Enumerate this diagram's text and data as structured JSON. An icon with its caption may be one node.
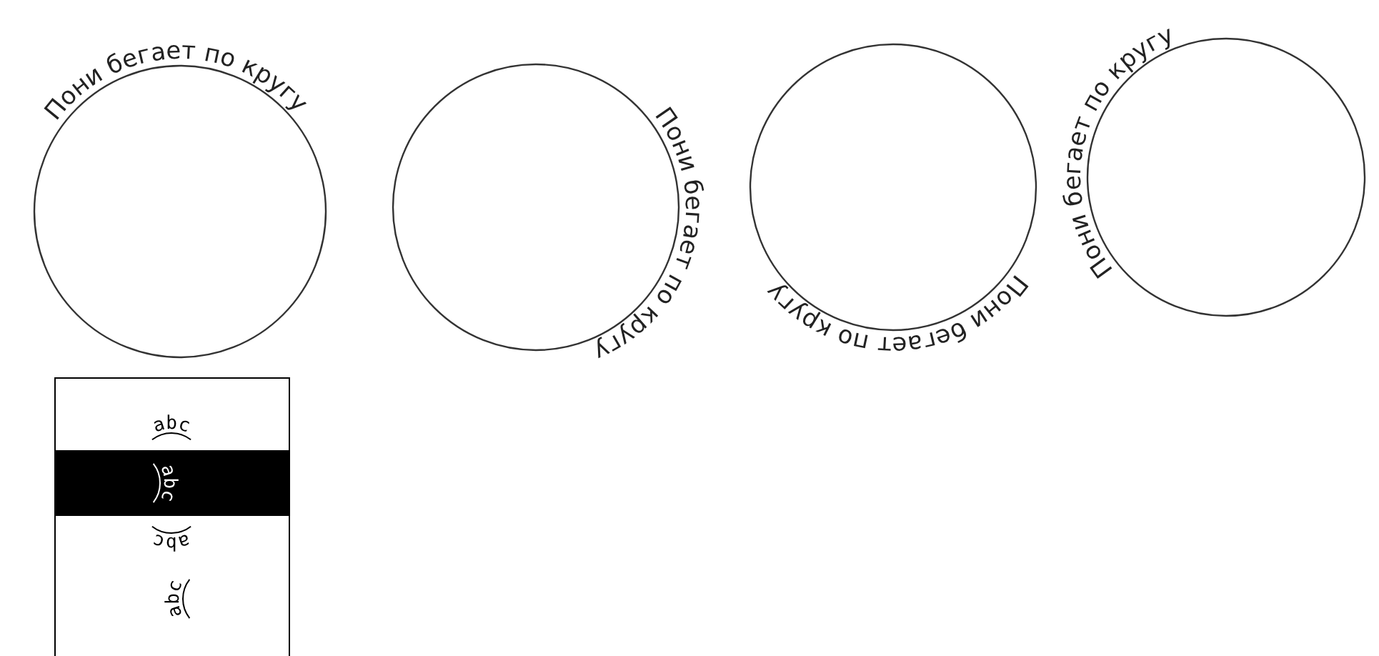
{
  "diagram": {
    "nodes": [
      {
        "text": [
          "Пони бегает по кругу"
        ]
      },
      {
        "text": [
          "Пони бегает по кругу"
        ]
      },
      {
        "text": [
          "Пони бегает по кругу"
        ]
      },
      {
        "text": [
          "Пони бегает по кругу"
        ]
      }
    ],
    "labels": [
      "abc",
      "abc",
      "abc",
      "abc"
    ]
  }
}
